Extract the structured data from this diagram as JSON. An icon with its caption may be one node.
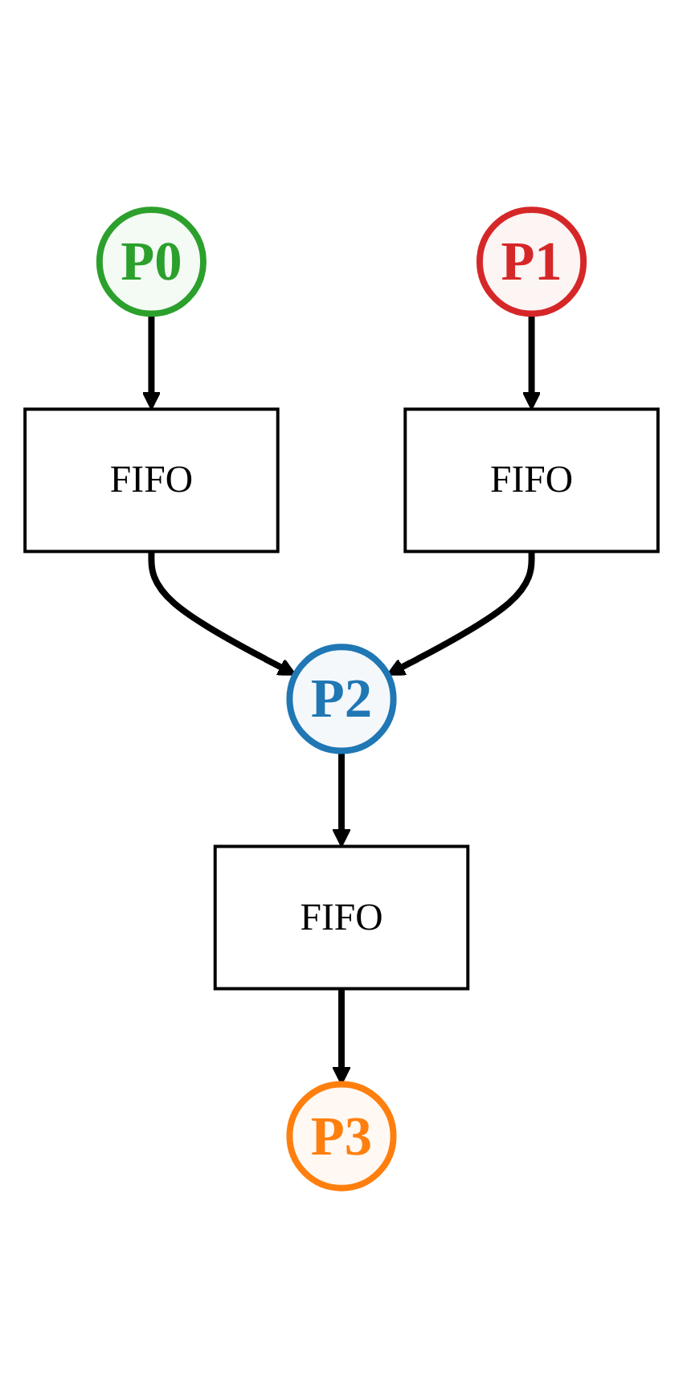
{
  "diagram": {
    "nodes": [
      {
        "text": [
          "P0"
        ]
      },
      {
        "text": [
          "P1"
        ]
      },
      {
        "text": [
          "FIFO"
        ]
      },
      {
        "text": [
          "FIFO"
        ]
      },
      {
        "text": [
          "P2"
        ]
      },
      {
        "text": [
          "FIFO"
        ]
      },
      {
        "text": [
          "P3"
        ]
      }
    ],
    "edges": [
      {
        "from": 0,
        "to": 2,
        "arrow": "to"
      },
      {
        "from": 1,
        "to": 3,
        "arrow": "to"
      },
      {
        "from": 2,
        "to": 4,
        "arrow": "to"
      },
      {
        "from": 3,
        "to": 4,
        "arrow": "to"
      },
      {
        "from": 4,
        "to": 5,
        "arrow": "to"
      },
      {
        "from": 5,
        "to": 6,
        "arrow": "to"
      }
    ]
  }
}
